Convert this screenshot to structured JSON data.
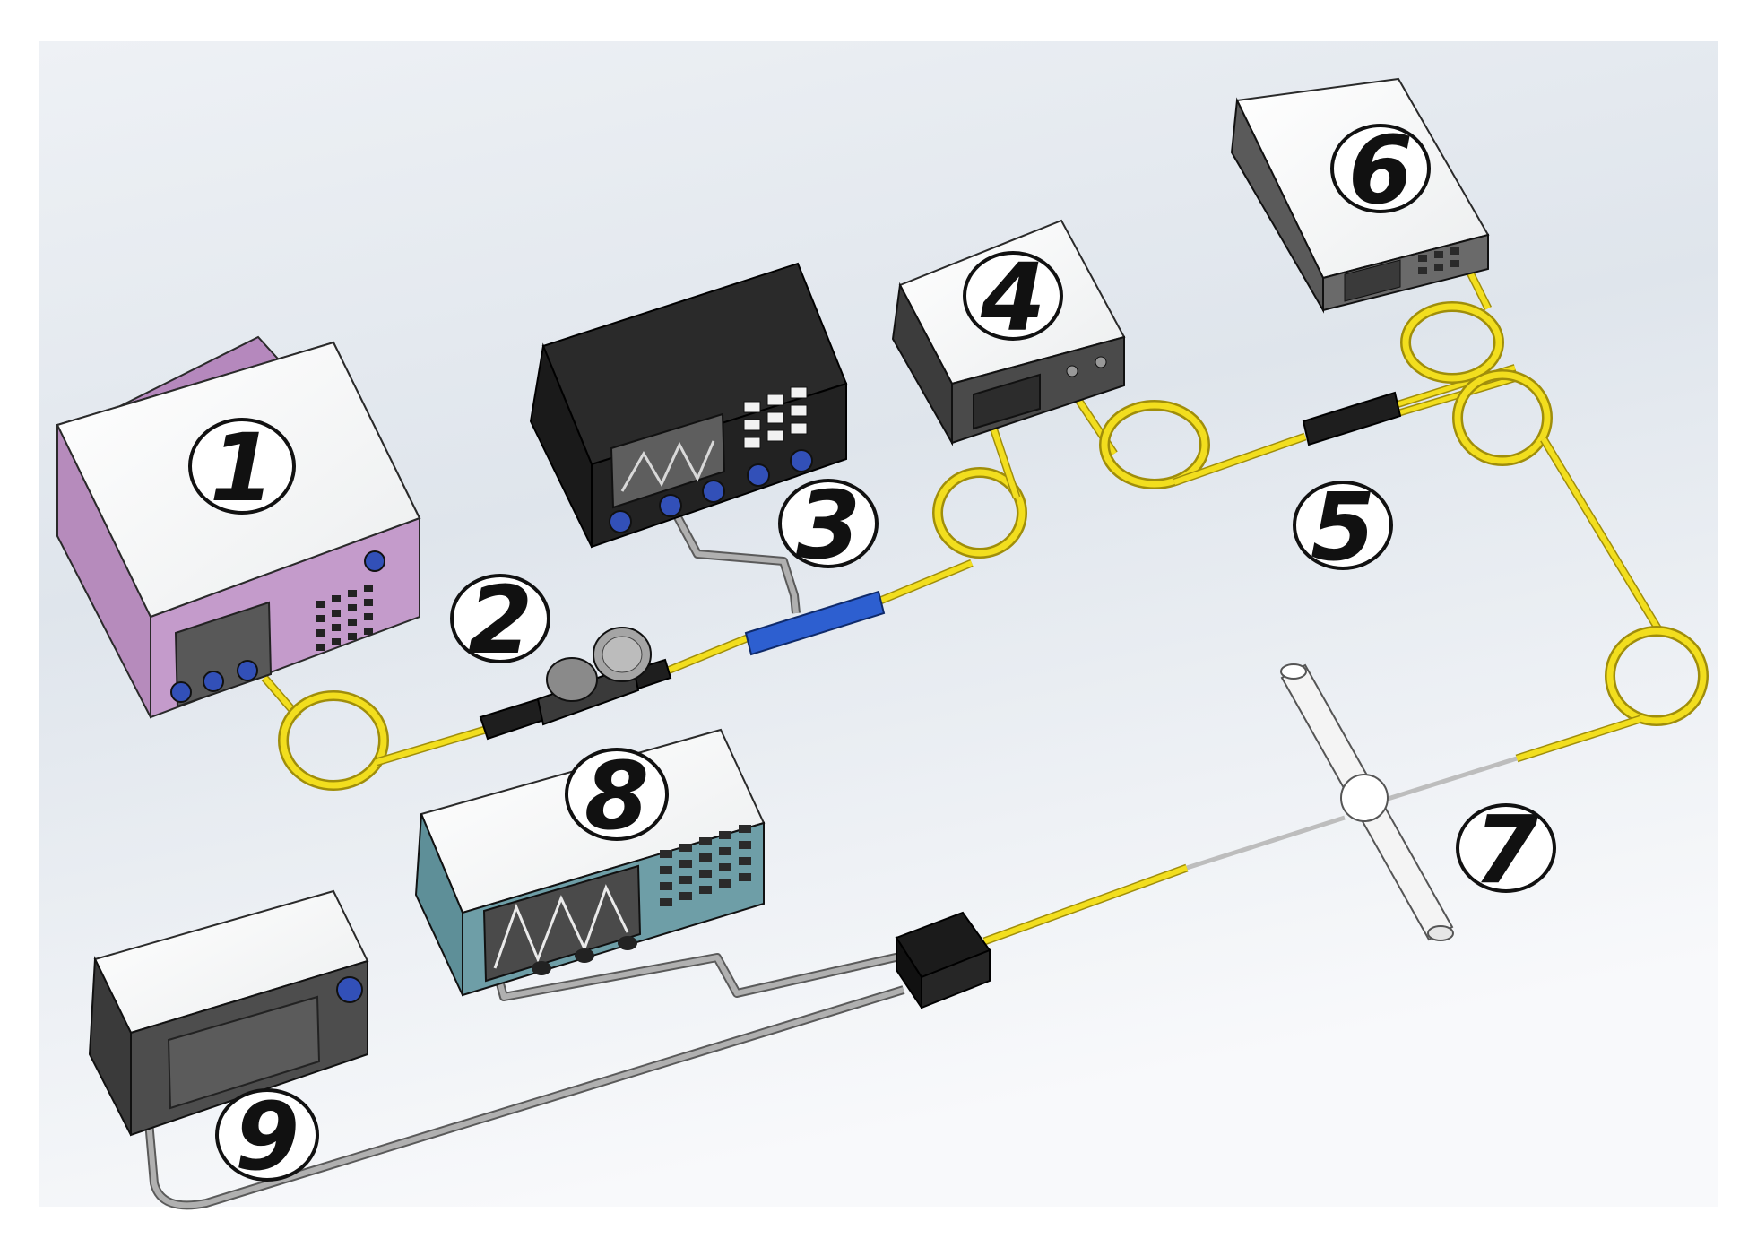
{
  "labels": {
    "c1": "1",
    "c2": "2",
    "c3": "3",
    "c4": "4",
    "c5": "5",
    "c6": "6",
    "c7": "7",
    "c8": "8",
    "c9": "9"
  },
  "colors": {
    "fiber": "#f2de1e",
    "fiber_edge": "#a08e0a",
    "cable": "#9a9a9a",
    "device1_body": "#c9a3cf",
    "device3_body": "#1f1f1f",
    "device8_body": "#6e9ea7",
    "device_body_gray": "#4a4a4a",
    "knob_blue": "#3250b8",
    "coupler_blue": "#2d5fd0",
    "screen": "#565656",
    "background_top": "#d6dde6",
    "background_bottom": "#f7f8fa"
  },
  "icons": {
    "device_1": "signal-generator-icon",
    "device_2": "laser-mount-icon",
    "device_3": "oscilloscope-icon",
    "device_4": "controller-icon",
    "device_5": "fiber-coupler-icon",
    "device_6": "light-source-icon",
    "device_7": "tee-tube-sensor-icon",
    "device_8": "oscilloscope-icon",
    "device_9": "display-unit-icon"
  }
}
